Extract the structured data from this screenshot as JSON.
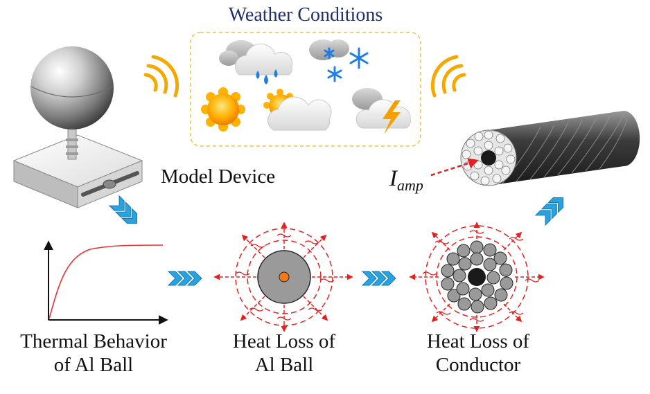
{
  "weather_box": {
    "title": "Weather Conditions"
  },
  "device": {
    "label": "Model Device"
  },
  "conductor": {
    "current_main": "I",
    "current_sub": "amp"
  },
  "captions": {
    "thermal": [
      "Thermal Behavior",
      "of Al Ball"
    ],
    "heat_ball": [
      "Heat Loss of",
      "Al Ball"
    ],
    "heat_conductor": [
      "Heat Loss of",
      "Conductor"
    ]
  },
  "colors": {
    "title": "#1f2f6b",
    "chevron": "#29a3e0",
    "signal": "#f5a800",
    "heat_arrow": "#e52020",
    "curve": "#e53030",
    "orange_core": "#f07a1a"
  },
  "icons": [
    "rain-cloud-icon",
    "snow-cloud-icon",
    "sun-icon",
    "partly-cloudy-icon",
    "thunderstorm-icon",
    "signal-waves-icon",
    "chevron-arrow-icon"
  ]
}
